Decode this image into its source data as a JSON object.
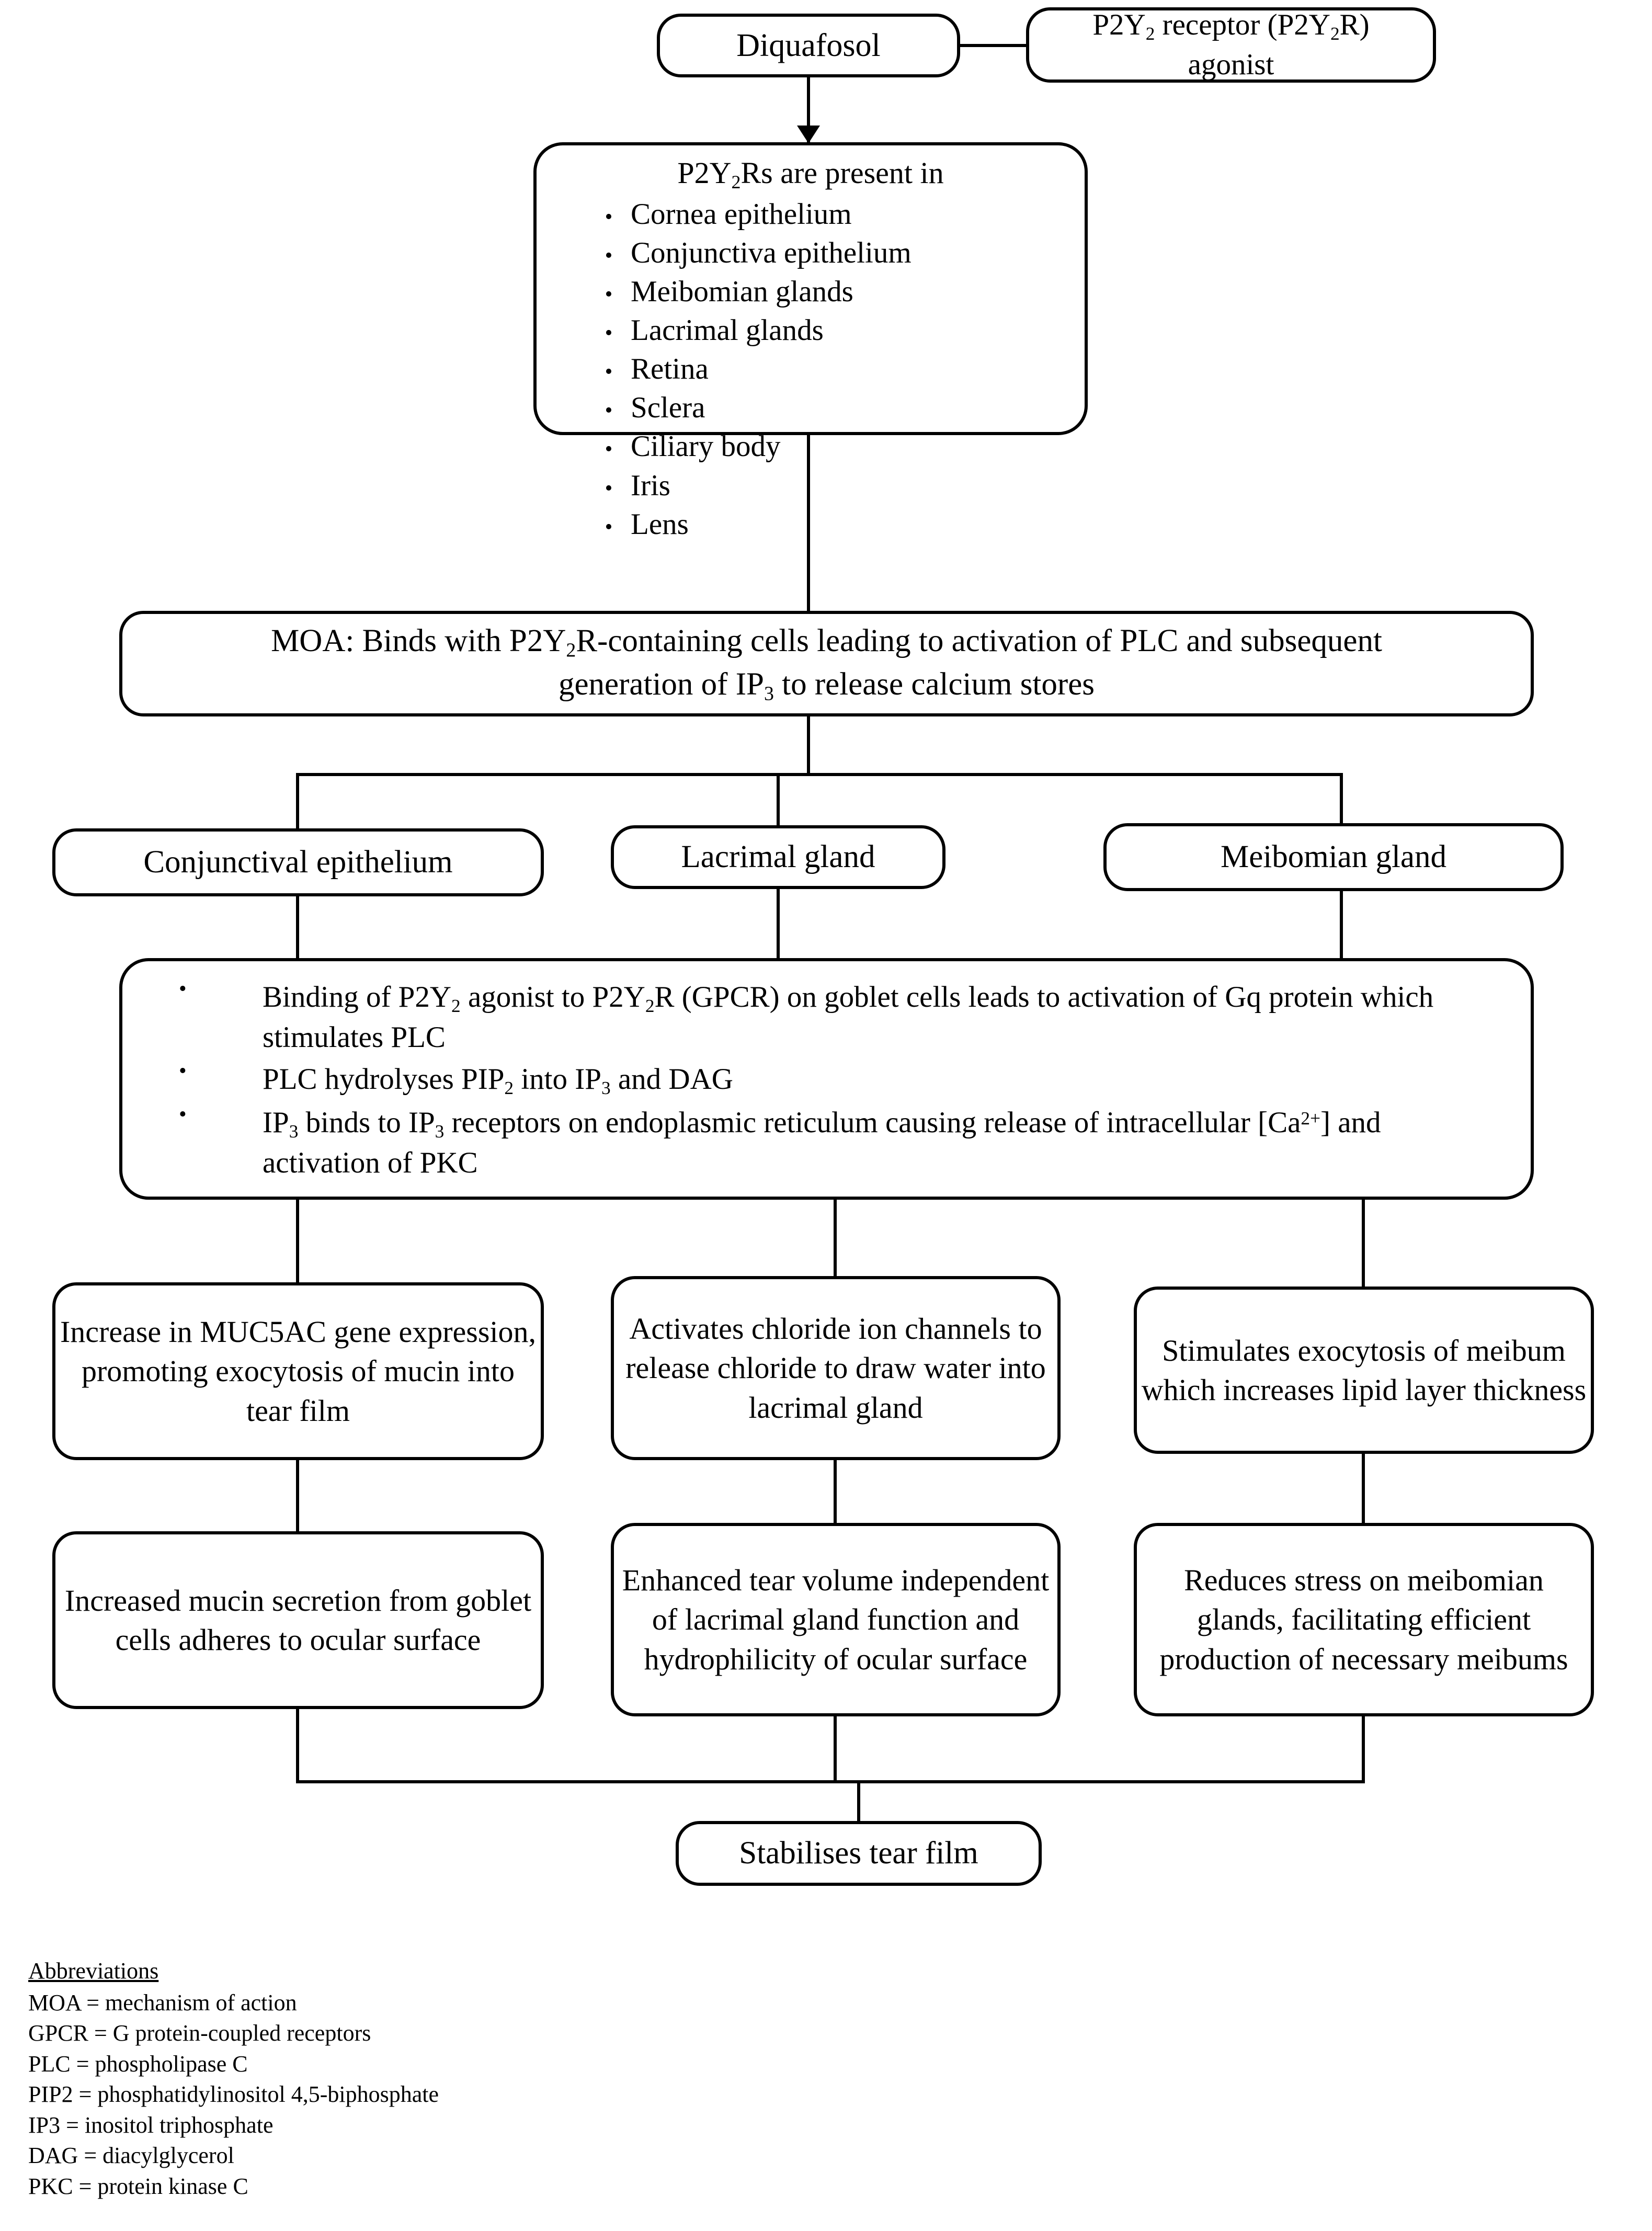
{
  "nodes": {
    "diquafosol": "Diquafosol",
    "agonist_line1": "P2Y₂ receptor (P2Y₂R)",
    "agonist_line2": "agonist",
    "presence_header": "P2Y₂Rs are present in",
    "presence_items": [
      "Cornea epithelium",
      "Conjunctiva epithelium",
      "Meibomian glands",
      "Lacrimal glands",
      "Retina",
      "Sclera",
      "Ciliary body",
      "Iris",
      "Lens"
    ],
    "moa_line1": "MOA: Binds with P2Y₂R-containing cells leading to activation of PLC and subsequent",
    "moa_line2": "generation of IP₃ to release calcium stores",
    "tissue_conjunctival": "Conjunctival epithelium",
    "tissue_lacrimal": "Lacrimal gland",
    "tissue_meibomian": "Meibomian gland",
    "mechanism_items": [
      "Binding of P2Y₂ agonist to P2Y₂R (GPCR) on goblet cells leads to activation of Gq protein which stimulates PLC",
      "PLC hydrolyses PIP₂ into IP₃ and DAG",
      "IP₃ binds to IP₃ receptors on endoplasmic reticulum causing release of intracellular [Ca²⁺] and activation of PKC"
    ],
    "outcome_conjunctival": "Increase in MUC5AC gene expression, promoting exocytosis of mucin into tear film",
    "outcome_lacrimal": "Activates chloride ion channels to release chloride to draw water into lacrimal gland",
    "outcome_meibomian": "Stimulates exocytosis of meibum which increases lipid layer thickness",
    "result_conjunctival": "Increased mucin secretion from goblet cells adheres to ocular surface",
    "result_lacrimal": "Enhanced tear volume independent of lacrimal gland function and hydrophilicity of ocular surface",
    "result_meibomian": "Reduces stress on meibomian glands, facilitating efficient production of necessary meibums",
    "final": "Stabilises tear film"
  },
  "abbreviations": {
    "heading": "Abbreviations",
    "entries": [
      "MOA = mechanism of action",
      "GPCR = G protein-coupled receptors",
      "PLC = phospholipase C",
      "PIP2 = phosphatidylinositol 4,5-biphosphate",
      "IP3 = inositol triphosphate",
      "DAG = diacylglycerol",
      "PKC = protein kinase C"
    ]
  },
  "bullet_glyph": "•",
  "colors": {
    "stroke": "#000000",
    "background": "#ffffff",
    "text": "#000000"
  }
}
